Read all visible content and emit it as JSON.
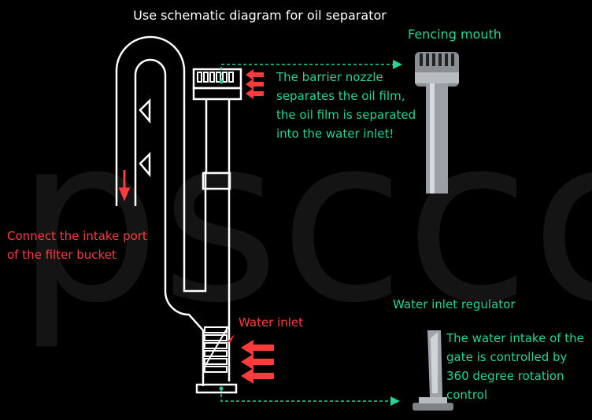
{
  "title": "Use schematic diagram for oil separator",
  "watermark": "psccc",
  "labels": {
    "fencing_mouth": "Fencing mouth",
    "barrier_text": [
      "The barrier nozzle",
      "separates the oil film,",
      "the oil film is separated",
      "into the water inlet!"
    ],
    "intake_text": [
      "Connect the intake port",
      "of the filter bucket"
    ],
    "water_inlet": "Water inlet",
    "regulator_title": "Water inlet regulator",
    "regulator_text": [
      "The water intake of the",
      "gate is controlled by",
      "360 degree rotation",
      "control"
    ]
  },
  "colors": {
    "background": "#000000",
    "green": "#25d39a",
    "red": "#ff3b3b",
    "line": "#ffffff"
  }
}
